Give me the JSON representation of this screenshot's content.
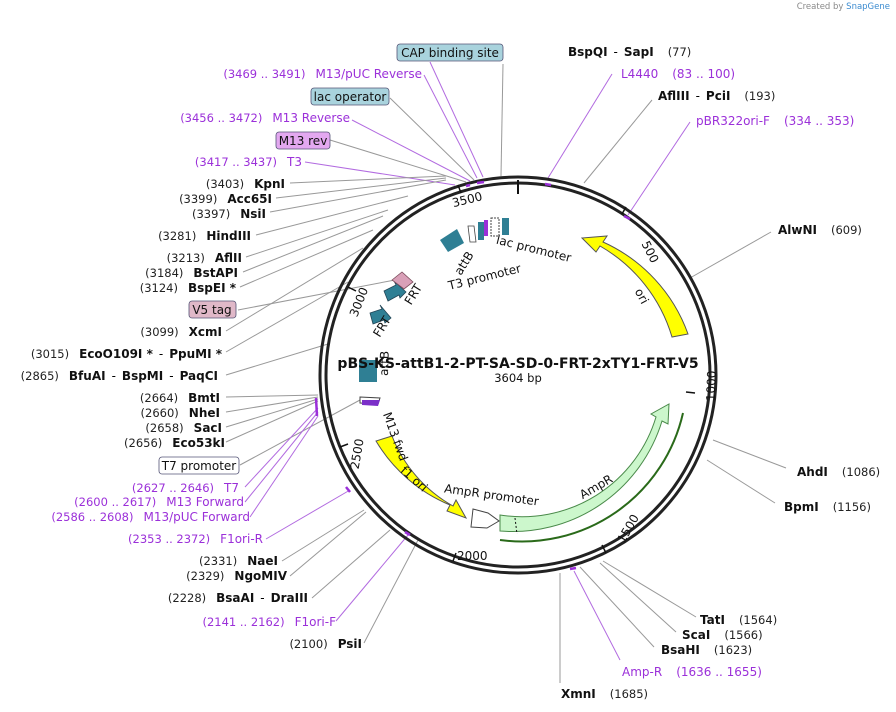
{
  "credit": {
    "text": "Created by",
    "brand": "SnapGene"
  },
  "plasmid": {
    "name": "pBS-KS-attB1-2-PT-SA-SD-0-FRT-2xTY1-FRT-V5",
    "size": "3604 bp"
  },
  "ticks": [
    "500",
    "1000",
    "1500",
    "2000",
    "2500",
    "3000",
    "3500"
  ],
  "inner_labels": {
    "lac_promoter": "lac promoter",
    "t3_promoter": "T3 promoter",
    "attB_top": "attB",
    "frt_1": "FRT",
    "frt_2": "FRT",
    "attB_left": "attB",
    "m13_fwd": "M13 fwd",
    "f1_ori": "f1 ori",
    "ampr_promoter": "AmpR promoter",
    "ampr": "AmpR",
    "ori": "ori"
  },
  "right_labels": [
    {
      "name": "BspQI",
      "sep": "-",
      "name2": "SapI",
      "pos": "(77)",
      "kind": "enzyme"
    },
    {
      "name": "L4440",
      "pos": "(83 .. 100)",
      "kind": "primer"
    },
    {
      "name": "AflIII",
      "sep": "-",
      "name2": "PciI",
      "pos": "(193)",
      "kind": "enzyme"
    },
    {
      "name": "pBR322ori-F",
      "pos": "(334 .. 353)",
      "kind": "primer"
    },
    {
      "name": "AlwNI",
      "pos": "(609)",
      "kind": "enzyme"
    },
    {
      "name": "AhdI",
      "pos": "(1086)",
      "kind": "enzyme"
    },
    {
      "name": "BpmI",
      "pos": "(1156)",
      "kind": "enzyme"
    },
    {
      "name": "TatI",
      "pos": "(1564)",
      "kind": "enzyme"
    },
    {
      "name": "ScaI",
      "pos": "(1566)",
      "kind": "enzyme"
    },
    {
      "name": "BsaHI",
      "pos": "(1623)",
      "kind": "enzyme"
    },
    {
      "name": "Amp-R",
      "pos": "(1636 .. 1655)",
      "kind": "primer"
    },
    {
      "name": "XmnI",
      "pos": "(1685)",
      "kind": "enzyme"
    }
  ],
  "left_labels": [
    {
      "name": "CAP binding site",
      "kind": "boxed",
      "color": "#a9d3dd"
    },
    {
      "pos": "(3469 .. 3491)",
      "name": "M13/pUC Reverse",
      "kind": "primer"
    },
    {
      "name": "lac operator",
      "kind": "boxed",
      "color": "#a9d3dd"
    },
    {
      "pos": "(3456 .. 3472)",
      "name": "M13 Reverse",
      "kind": "primer"
    },
    {
      "name": "M13 rev",
      "kind": "boxed",
      "color": "#e3a8f0"
    },
    {
      "pos": "(3417 .. 3437)",
      "name": "T3",
      "kind": "primer"
    },
    {
      "pos": "(3403)",
      "name": "KpnI",
      "kind": "enzyme"
    },
    {
      "pos": "(3399)",
      "name": "Acc65I",
      "kind": "enzyme"
    },
    {
      "pos": "(3397)",
      "name": "NsiI",
      "kind": "enzyme"
    },
    {
      "pos": "(3281)",
      "name": "HindIII",
      "kind": "enzyme"
    },
    {
      "pos": "(3213)",
      "name": "AflII",
      "kind": "enzyme"
    },
    {
      "pos": "(3184)",
      "name": "BstAPI",
      "kind": "enzyme"
    },
    {
      "pos": "(3124)",
      "name": "BspEI *",
      "kind": "enzyme"
    },
    {
      "name": "V5 tag",
      "kind": "boxed",
      "color": "#e0b8c8"
    },
    {
      "pos": "(3099)",
      "name": "XcmI",
      "kind": "enzyme"
    },
    {
      "pos": "(3015)",
      "name": "EcoO109I *",
      "sep": "-",
      "name2": "PpuMI *",
      "kind": "enzyme"
    },
    {
      "pos": "(2865)",
      "name": "BfuAI",
      "sep": "-",
      "name2": "BspMI",
      "sep2": "-",
      "name3": "PaqCI",
      "kind": "enzyme"
    },
    {
      "pos": "(2664)",
      "name": "BmtI",
      "kind": "enzyme"
    },
    {
      "pos": "(2660)",
      "name": "NheI",
      "kind": "enzyme"
    },
    {
      "pos": "(2658)",
      "name": "SacI",
      "kind": "enzyme"
    },
    {
      "pos": "(2656)",
      "name": "Eco53kI",
      "kind": "enzyme"
    },
    {
      "name": "T7 promoter",
      "kind": "boxed",
      "color": "#ffffff"
    },
    {
      "pos": "(2627 .. 2646)",
      "name": "T7",
      "kind": "primer"
    },
    {
      "pos": "(2600 .. 2617)",
      "name": "M13 Forward",
      "kind": "primer"
    },
    {
      "pos": "(2586 .. 2608)",
      "name": "M13/pUC Forward",
      "kind": "primer"
    },
    {
      "pos": "(2353 .. 2372)",
      "name": "F1ori-R",
      "kind": "primer"
    },
    {
      "pos": "(2331)",
      "name": "NaeI",
      "kind": "enzyme"
    },
    {
      "pos": "(2329)",
      "name": "NgoMIV",
      "kind": "enzyme"
    },
    {
      "pos": "(2228)",
      "name": "BsaAI",
      "sep": "-",
      "name2": "DraIII",
      "kind": "enzyme"
    },
    {
      "pos": "(2141 .. 2162)",
      "name": "F1ori-F",
      "kind": "primer"
    },
    {
      "pos": "(2100)",
      "name": "PsiI",
      "kind": "enzyme"
    }
  ],
  "colors": {
    "ori": "#ffff00",
    "f1ori": "#ffff00",
    "ampr": "#ccf7cc",
    "feature_teal": "#2f7f94",
    "primer": "#9b30d9",
    "backbone": "#222222"
  }
}
